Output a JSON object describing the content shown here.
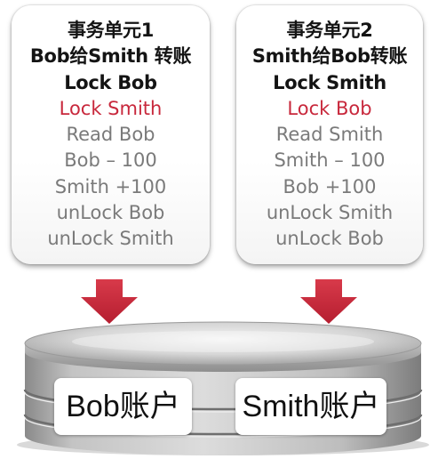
{
  "transactions": [
    {
      "title": "事务单元1",
      "subtitle": "Bob给Smith 转账",
      "steps": [
        "Lock Bob",
        "Lock Smith",
        "Read Bob",
        "Bob – 100",
        "Smith +100",
        "unLock Bob",
        "unLock Smith"
      ]
    },
    {
      "title": "事务单元2",
      "subtitle": "Smith给Bob转账",
      "steps": [
        "Lock Smith",
        "Lock Bob",
        "Read Smith",
        "Smith – 100",
        "Bob +100",
        "unLock Smith",
        "unLock Bob"
      ]
    }
  ],
  "accounts": [
    {
      "label": "Bob账户"
    },
    {
      "label": "Smith账户"
    }
  ],
  "colors": {
    "arrow": "#c8283c",
    "highlight_text": "#c8283c",
    "muted_text": "#7a7a7a",
    "bold_text": "#141414"
  }
}
